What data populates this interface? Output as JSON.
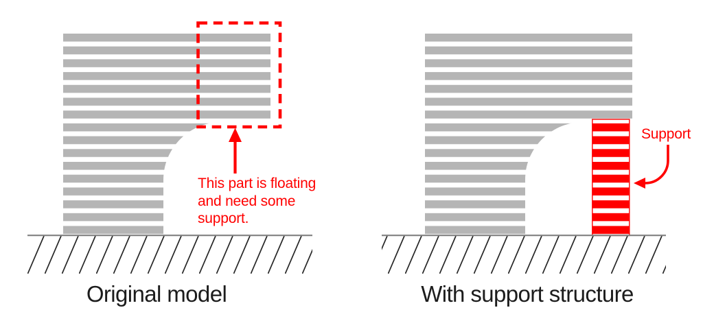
{
  "colors": {
    "model_gray": "#b5b5b5",
    "support_red": "#ff0000",
    "annotation_red": "#ff0000",
    "caption_dark": "#1c1c1c",
    "ground_line_gray": "#808080",
    "hatch_dark": "#262626",
    "background": "#ffffff"
  },
  "left_diagram": {
    "caption": "Original model",
    "floating_note": [
      "This part is floating",
      "and need some",
      "support."
    ]
  },
  "right_diagram": {
    "caption": "With support structure",
    "support_label": "Support"
  }
}
